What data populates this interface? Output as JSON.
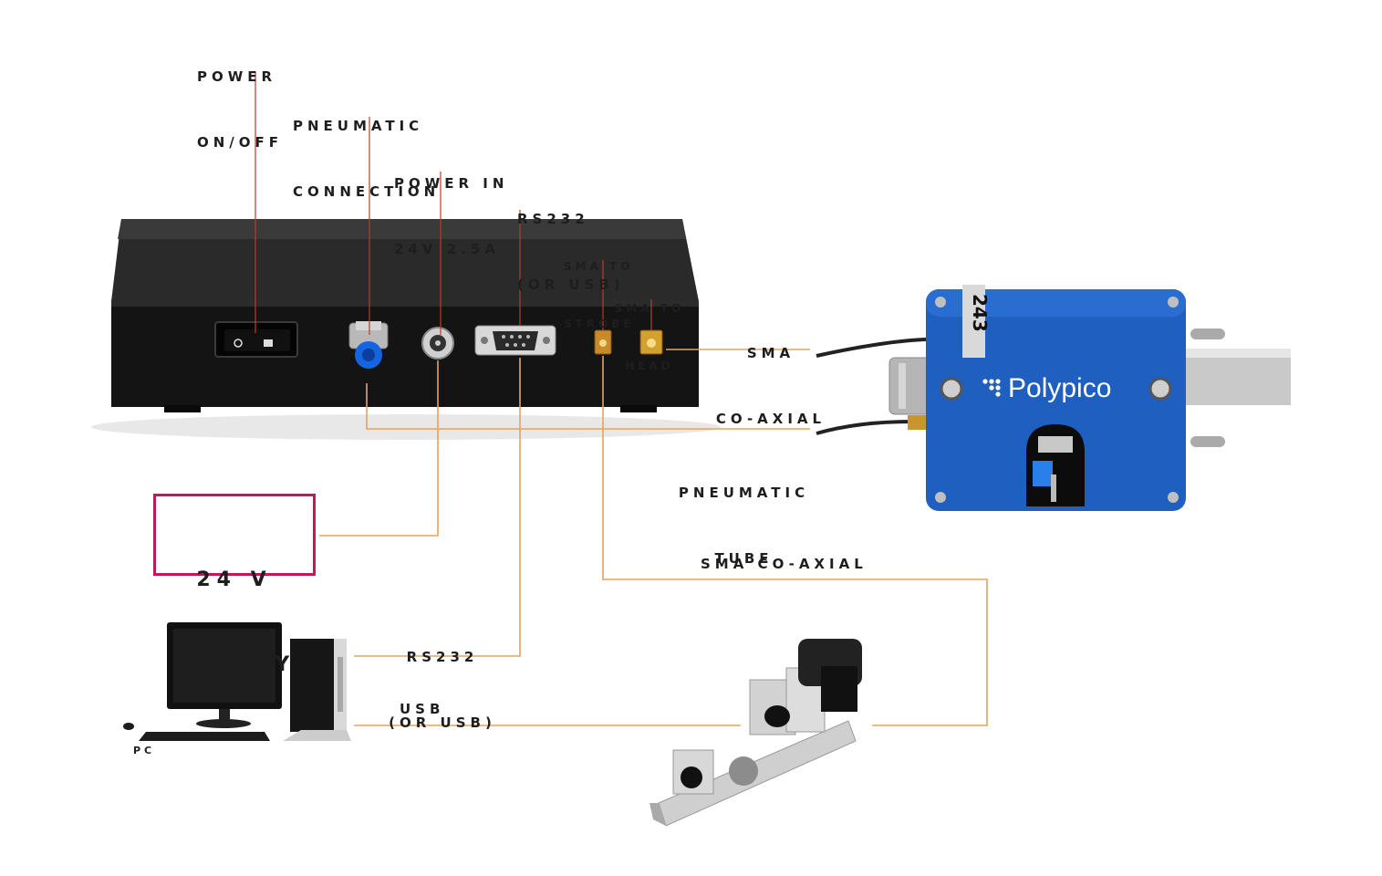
{
  "labels": {
    "power_onoff": [
      "POWER",
      "ON/OFF"
    ],
    "pneumatic_connection": [
      "PNEUMATIC",
      "CONNECTION"
    ],
    "power_in": [
      "POWER IN",
      "24V 2.5A"
    ],
    "rs232_top": [
      "RS232",
      "(OR USB)"
    ],
    "sma_strobe": [
      "SMA TO",
      "STROBE"
    ],
    "sma_head": [
      "SMA TO",
      "HEAD"
    ],
    "sma_coaxial_right": [
      "SMA",
      "CO-AXIAL"
    ],
    "pneumatic_tube": [
      "PNEUMATIC",
      "TUBE"
    ],
    "sma_coaxial_lower": "SMA CO-AXIAL",
    "rs232_lower": [
      "RS232",
      "(OR USB)"
    ],
    "usb": "USB",
    "pc": "PC"
  },
  "supply_box": [
    "24 V",
    "SUPPLY"
  ],
  "head_device": {
    "brand": "Polypico",
    "serial_fragment": "243"
  },
  "colors": {
    "pointer_red": "#c0392b",
    "connector_orange": "#e8a25a",
    "supply_border": "#c2185b",
    "head_blue": "#1f5fbf",
    "controller_black": "#1b1b1b"
  }
}
